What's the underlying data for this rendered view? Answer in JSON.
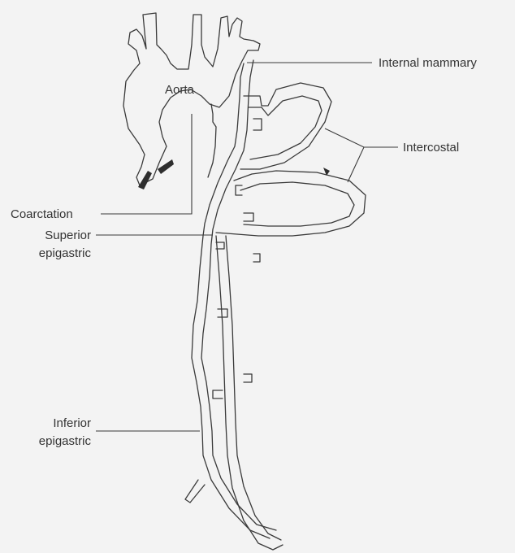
{
  "diagram": {
    "labels": {
      "aorta": "Aorta",
      "internal_mammary": "Internal mammary",
      "intercostal": "Intercostal",
      "coarctation": "Coarctation",
      "superior_epigastric_line1": "Superior",
      "superior_epigastric_line2": "epigastric",
      "inferior_epigastric_line1": "Inferior",
      "inferior_epigastric_line2": "epigastric"
    }
  }
}
